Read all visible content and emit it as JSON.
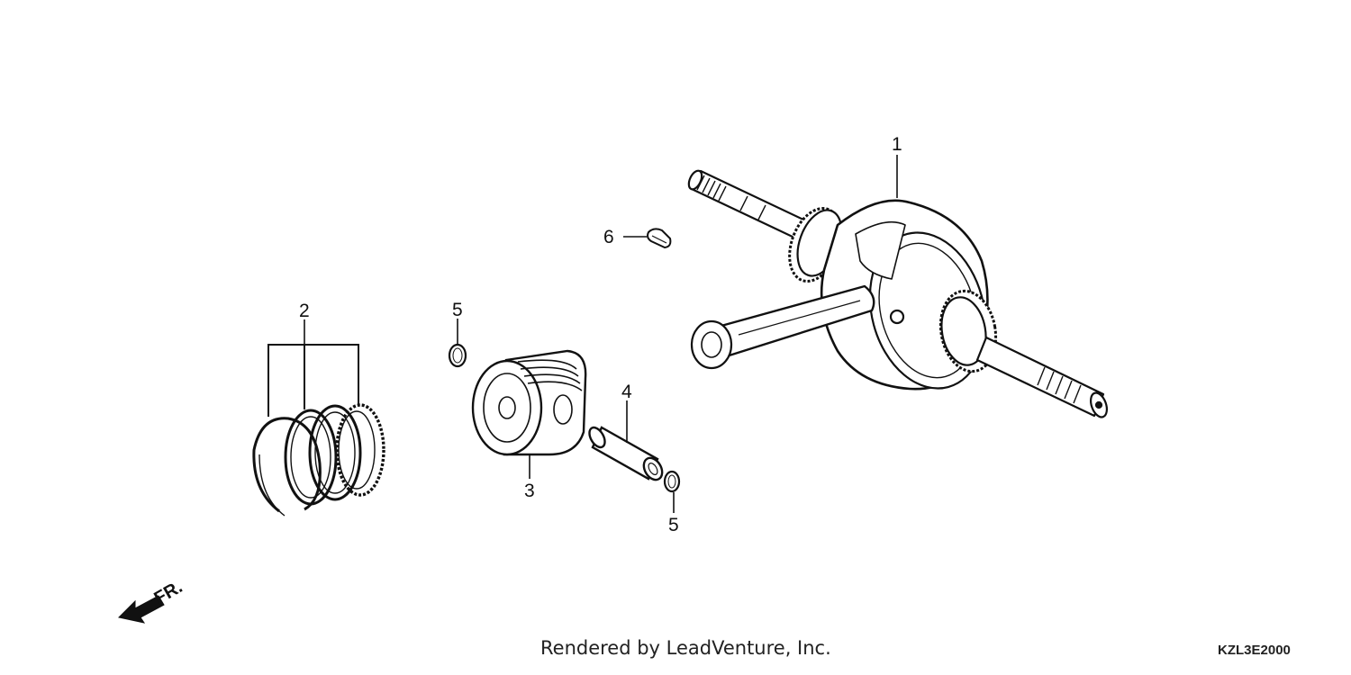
{
  "callouts": {
    "c1": "1",
    "c2": "2",
    "c3": "3",
    "c4": "4",
    "c5a": "5",
    "c5b": "5",
    "c6": "6"
  },
  "direction": {
    "label": "FR."
  },
  "footer": {
    "credit": "Rendered by LeadVenture, Inc.",
    "diagram_code": "KZL3E2000"
  }
}
